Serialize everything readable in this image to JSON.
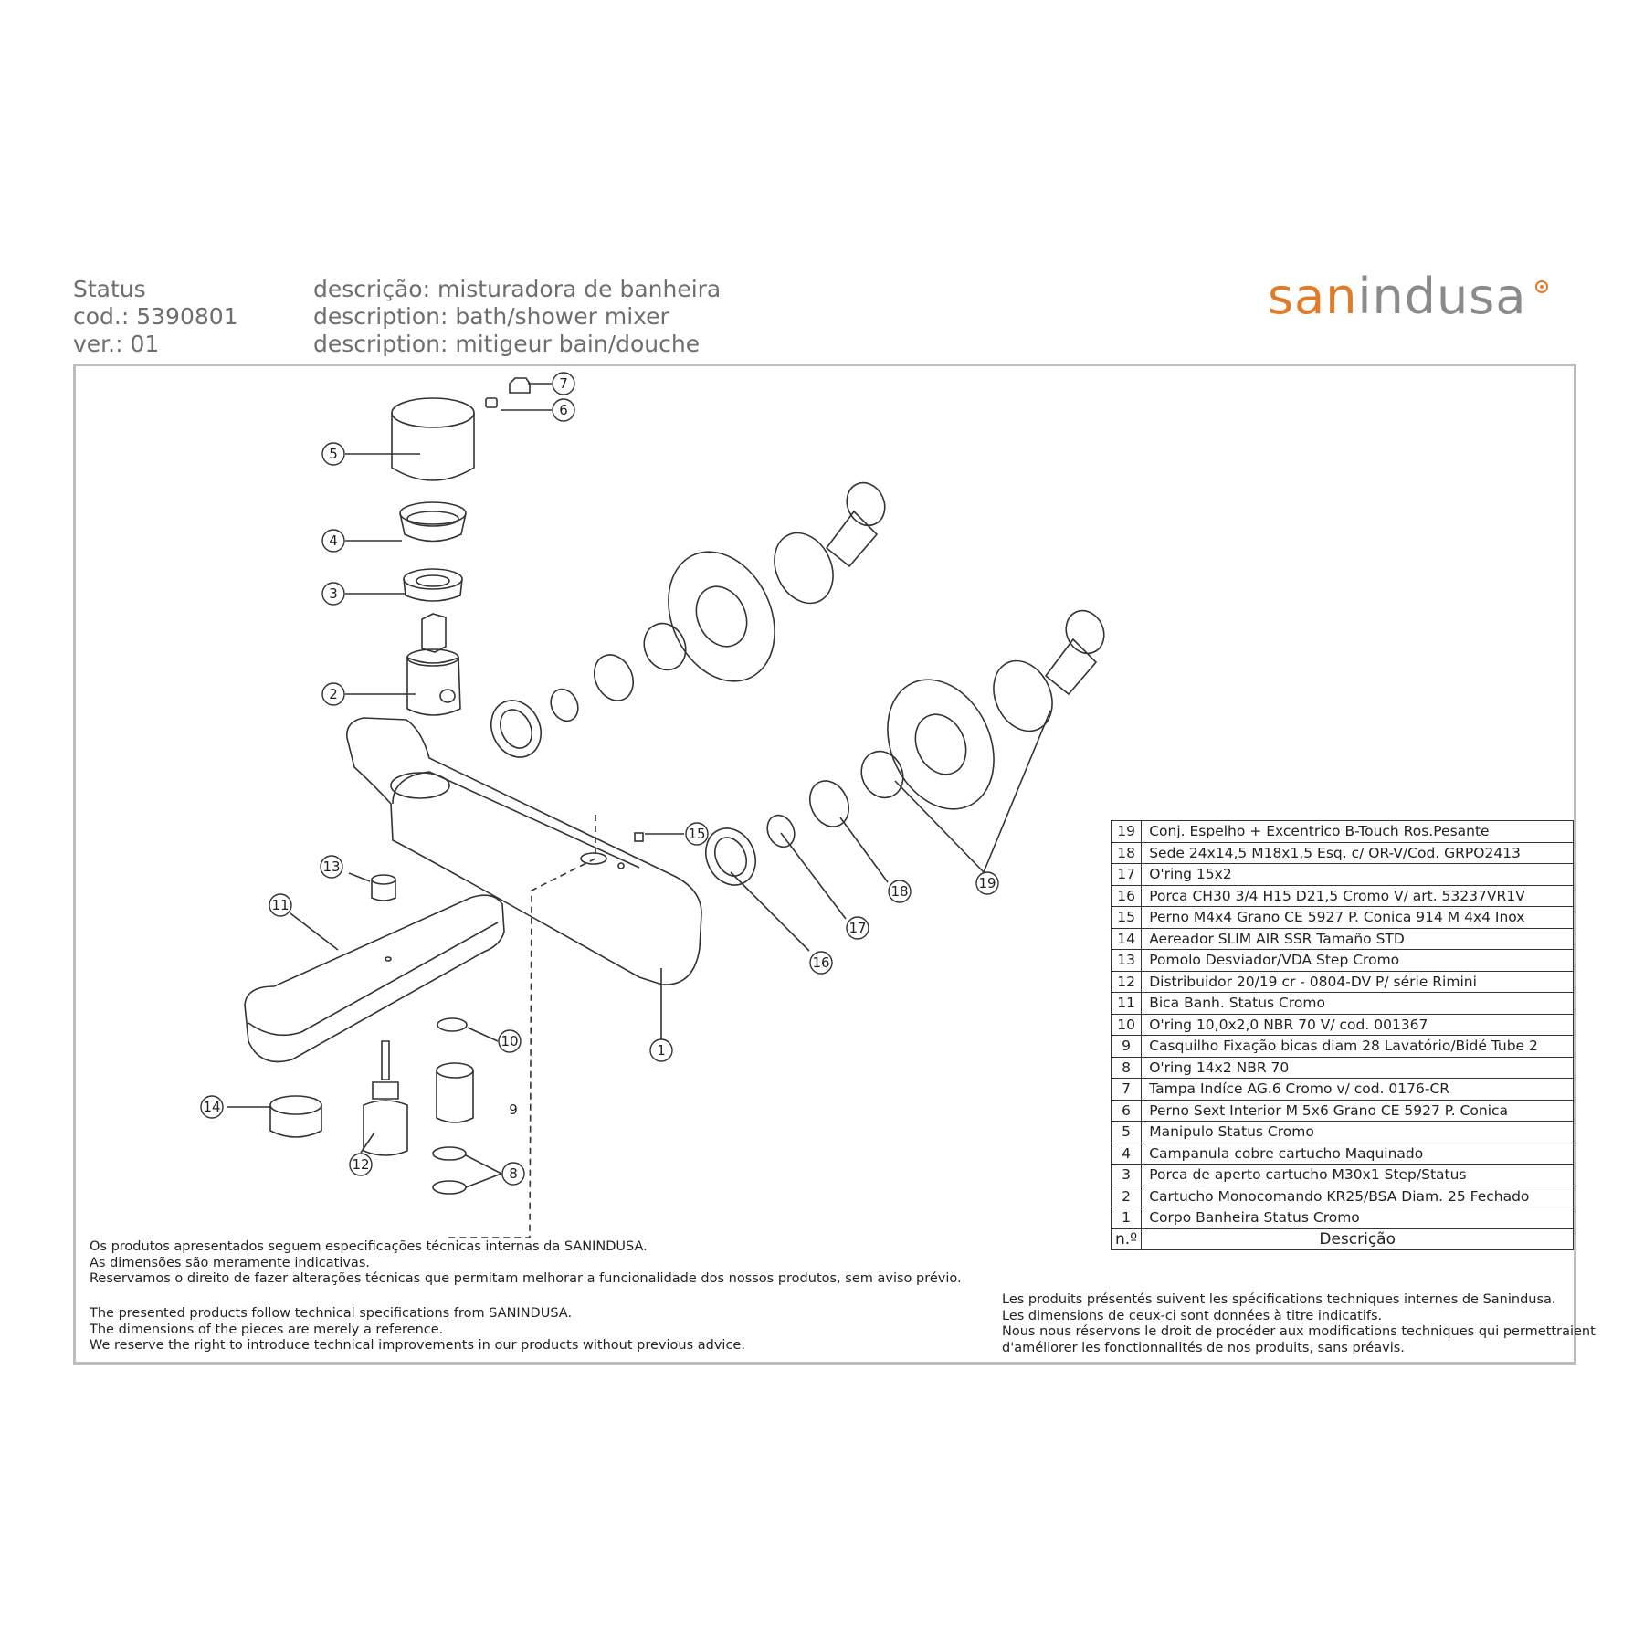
{
  "header": {
    "left": [
      "Status",
      "cod.: 5390801",
      "ver.: 01"
    ],
    "mid": [
      "descrição: misturadora de banheira",
      "description: bath/shower mixer",
      "description: mitigeur bain/douche"
    ]
  },
  "logo": {
    "part1": "san",
    "part2": "indusa",
    "color_accent": "#e07b2a",
    "color_main": "#8a8a8a"
  },
  "callouts": [
    "1",
    "2",
    "3",
    "4",
    "5",
    "6",
    "7",
    "8",
    "9",
    "10",
    "11",
    "12",
    "13",
    "14",
    "15",
    "16",
    "17",
    "18",
    "19"
  ],
  "parts": {
    "header_n": "n.º",
    "header_desc": "Descrição",
    "rows": [
      {
        "n": "19",
        "desc": "Conj. Espelho + Excentrico B-Touch Ros.Pesante"
      },
      {
        "n": "18",
        "desc": "Sede 24x14,5  M18x1,5 Esq. c/ OR-V/Cod. GRPO2413"
      },
      {
        "n": "17",
        "desc": "O'ring 15x2"
      },
      {
        "n": "16",
        "desc": "Porca CH30 3/4 H15 D21,5 Cromo V/ art. 53237VR1V"
      },
      {
        "n": "15",
        "desc": "Perno M4x4 Grano CE 5927 P. Conica 914 M 4x4 Inox"
      },
      {
        "n": "14",
        "desc": "Aereador SLIM AIR SSR Tamaño STD"
      },
      {
        "n": "13",
        "desc": "Pomolo Desviador/VDA Step Cromo"
      },
      {
        "n": "12",
        "desc": "Distribuidor 20/19 cr - 0804-DV P/ série Rimini"
      },
      {
        "n": "11",
        "desc": "Bica Banh. Status Cromo"
      },
      {
        "n": "10",
        "desc": "O'ring 10,0x2,0 NBR 70 V/ cod. 001367"
      },
      {
        "n": "9",
        "desc": "Casquilho Fixação bicas diam 28 Lavatório/Bidé Tube 2"
      },
      {
        "n": "8",
        "desc": "O'ring 14x2 NBR 70"
      },
      {
        "n": "7",
        "desc": "Tampa Indíce AG.6 Cromo v/ cod. 0176-CR"
      },
      {
        "n": "6",
        "desc": "Perno Sext Interior M 5x6 Grano CE 5927 P. Conica"
      },
      {
        "n": "5",
        "desc": "Manipulo Status Cromo"
      },
      {
        "n": "4",
        "desc": "Campanula cobre cartucho Maquinado"
      },
      {
        "n": "3",
        "desc": "Porca de aperto cartucho M30x1 Step/Status"
      },
      {
        "n": "2",
        "desc": "Cartucho Monocomando KR25/BSA Diam. 25 Fechado"
      },
      {
        "n": "1",
        "desc": "Corpo Banheira Status Cromo"
      }
    ]
  },
  "notes": {
    "pt": [
      "Os produtos apresentados seguem especificações técnicas internas da SANINDUSA.",
      "As dimensões são meramente indicativas.",
      "Reservamos o direito de fazer alterações técnicas que permitam melhorar a funcionalidade dos nossos produtos, sem aviso prévio."
    ],
    "en": [
      "The presented products follow technical specifications from SANINDUSA.",
      "The dimensions of the pieces are merely a reference.",
      "We reserve the right to introduce technical improvements in our products without previous advice."
    ],
    "fr": [
      "Les produits présentés suivent les spécifications techniques internes de Sanindusa.",
      "Les dimensions de ceux-ci sont données à titre indicatifs.",
      "Nous nous réservons le droit de procéder aux modifications techniques qui permettraient",
      "d'améliorer les fonctionnalités de nos produits, sans préavis."
    ]
  }
}
